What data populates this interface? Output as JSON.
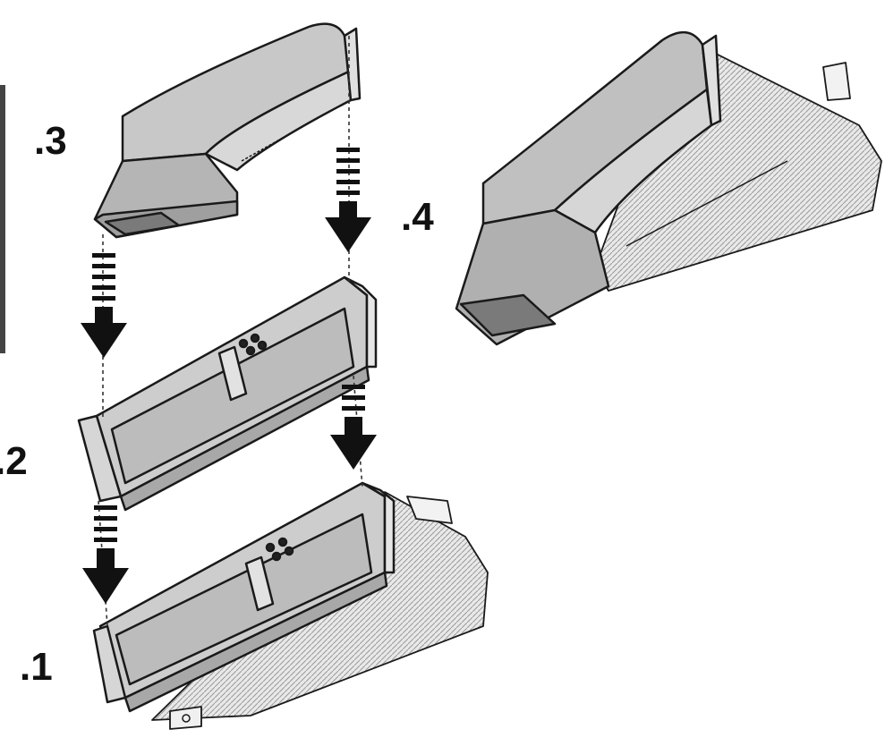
{
  "labels": {
    "step1": ".1",
    "step2": ".2",
    "step3": ".3",
    "step4": ".4"
  },
  "colors": {
    "line": "#1a1a1a",
    "fill_dark": "#b9b9b9",
    "fill_mid": "#cfcfcf",
    "fill_light": "#e6e6e6",
    "arrow": "#111111",
    "background": "#ffffff"
  },
  "icons": {
    "down_arrow": "down-arrow-icon"
  }
}
